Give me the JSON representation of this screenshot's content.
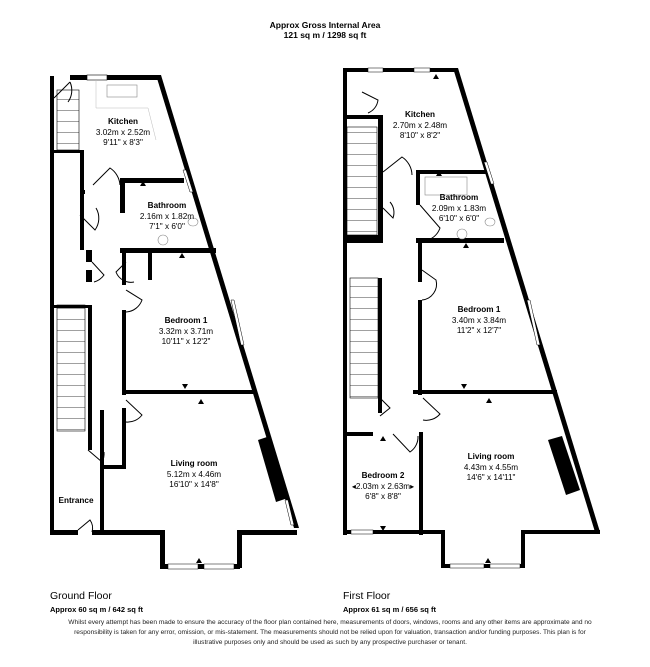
{
  "header": {
    "title": "Approx Gross Internal Area",
    "area": "121 sq m / 1298 sq ft"
  },
  "floors": [
    {
      "name": "Ground Floor",
      "area": "Approx 60 sq m / 642 sq ft",
      "rooms": [
        {
          "name": "Kitchen",
          "metric": "3.02m x 2.52m",
          "imperial": "9'11\" x 8'3\""
        },
        {
          "name": "Bathroom",
          "metric": "2.16m x 1.82m",
          "imperial": "7'1\" x 6'0\""
        },
        {
          "name": "Bedroom 1",
          "metric": "3.32m x 3.71m",
          "imperial": "10'11\" x 12'2\""
        },
        {
          "name": "Living room",
          "metric": "5.12m x 4.46m",
          "imperial": "16'10\" x 14'8\""
        },
        {
          "name": "Entrance"
        }
      ]
    },
    {
      "name": "First Floor",
      "area": "Approx 61 sq m / 656 sq ft",
      "rooms": [
        {
          "name": "Kitchen",
          "metric": "2.70m x 2.48m",
          "imperial": "8'10\" x 8'2\""
        },
        {
          "name": "Bathroom",
          "metric": "2.09m x 1.83m",
          "imperial": "6'10\" x 6'0\""
        },
        {
          "name": "Bedroom 1",
          "metric": "3.40m x 3.84m",
          "imperial": "11'2\" x 12'7\""
        },
        {
          "name": "Living room",
          "metric": "4.43m x 4.55m",
          "imperial": "14'6\" x 14'11\""
        },
        {
          "name": "Bedroom 2",
          "metric": "◂2.03m x 2.63m▸",
          "imperial": "6'8\" x 8'8\""
        }
      ]
    }
  ],
  "disclaimer": "Whilst every attempt has been made to ensure the accuracy of the floor plan contained here, measurements of doors, windows, rooms and any other items are approximate and no responsibility is taken for any error, omission, or mis-statement. The measurements should not be relied upon for valuation, transaction and/or funding purposes. This plan is for illustrative purposes only and should be used as such by any prospective purchaser or tenant."
}
